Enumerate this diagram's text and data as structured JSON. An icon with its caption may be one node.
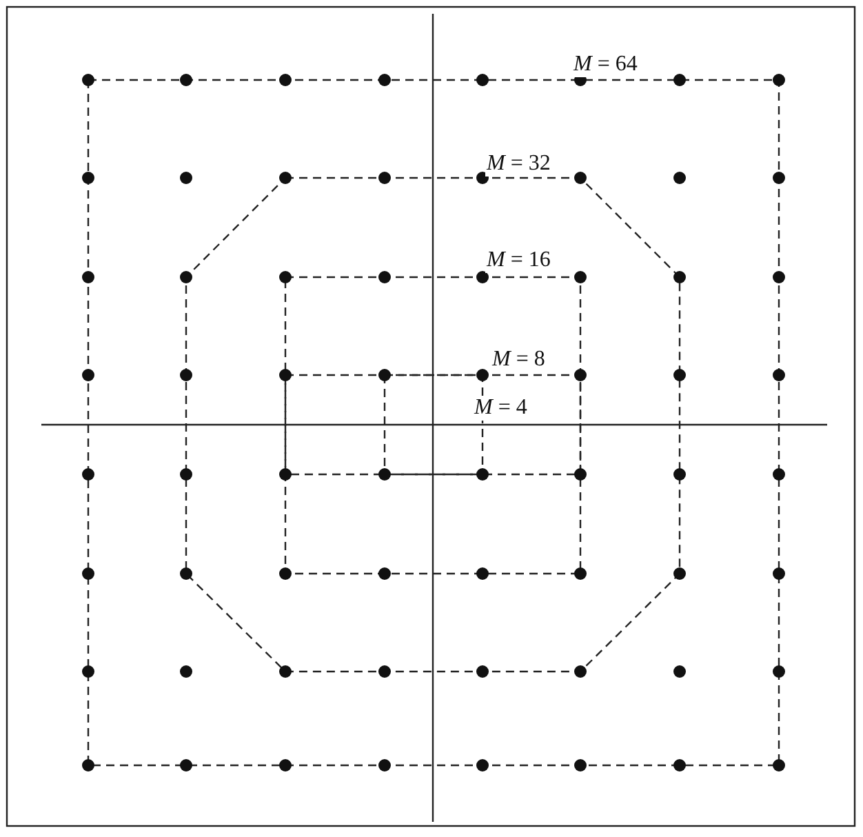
{
  "diagram": {
    "labels": [
      "*M* = 64",
      "*M* = 32",
      "*M* = 16",
      "*M* = 8",
      "*M* = 4"
    ]
  }
}
